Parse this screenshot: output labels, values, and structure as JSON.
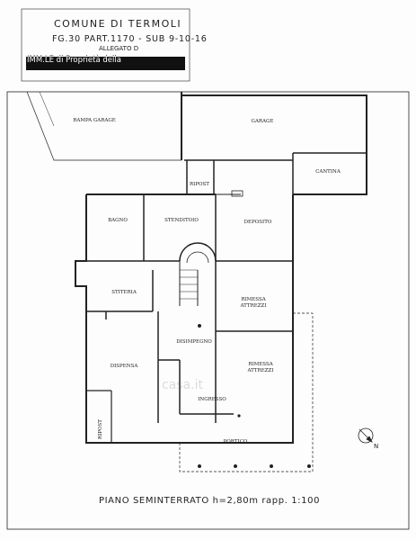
{
  "header": {
    "line1": "COMUNE DI TERMOLI",
    "line2": "FG.30   PART.1170  -  SUB 9-10-16",
    "line3": "ALLEGATO D",
    "line4": "IMM.LE di Proprietà della"
  },
  "rooms": {
    "rampa": "RAMPA GARAGE",
    "garage": "GARAGE",
    "cantina": "CANTINA",
    "ripost_top": "RIPOST",
    "bagno": "BAGNO",
    "stenditoio": "STENDITOIO",
    "deposito": "DEPOSITO",
    "stireria": "STITERIA",
    "rimessa1_a": "RIMESSA",
    "rimessa1_b": "ATTREZZI",
    "disimpegno": "DISIMPEGNO",
    "dispensa": "DISPENSA",
    "rimessa2_a": "RIMESSA",
    "rimessa2_b": "ATTREZZI",
    "ingresso": "INGRESSO",
    "ripost_bottom": "RIPOST",
    "portico": "PORTICO"
  },
  "footer": "PIANO   SEMINTERRATO  h=2,80m   rapp.  1:100",
  "watermark": "casa.it",
  "colors": {
    "line": "#222222",
    "redaction": "#111111"
  },
  "icons": {
    "north": "north-arrow-icon"
  }
}
